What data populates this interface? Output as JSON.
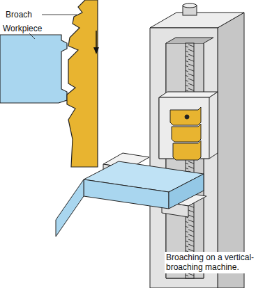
{
  "diagram": {
    "caption": "Broaching on a vertical-broaching machine.",
    "labels": [
      "Broach",
      "Workpiece"
    ]
  }
}
